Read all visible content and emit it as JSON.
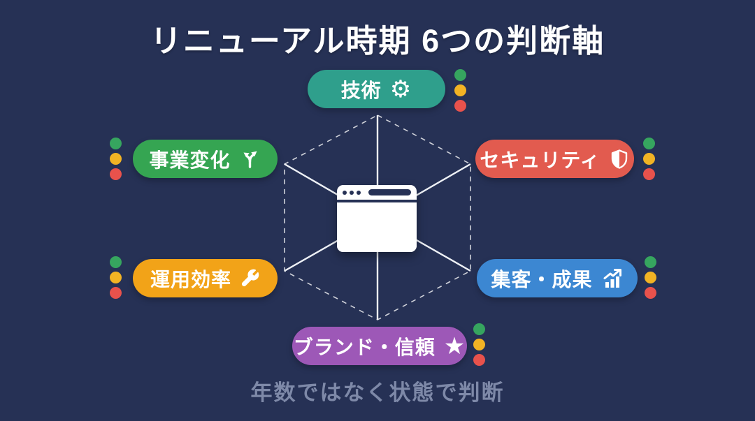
{
  "title": "リニューアル時期 6つの判断軸",
  "caption": "年数ではなく状態で判断",
  "center": {
    "icon": "browser-window-icon"
  },
  "nodes": [
    {
      "id": "tech",
      "label": "技術",
      "icon": "gear-icon",
      "color": "#2f9f8c",
      "position": "top"
    },
    {
      "id": "business",
      "label": "事業変化",
      "icon": "fork-arrows-icon",
      "color": "#35a552",
      "position": "upper-left"
    },
    {
      "id": "security",
      "label": "セキュリティ",
      "icon": "shield-icon",
      "color": "#e25b4f",
      "position": "upper-right"
    },
    {
      "id": "operations",
      "label": "運用効率",
      "icon": "wrench-icon",
      "color": "#f2a318",
      "position": "lower-left"
    },
    {
      "id": "results",
      "label": "集客・成果",
      "icon": "chart-up-icon",
      "color": "#3c87d2",
      "position": "lower-right"
    },
    {
      "id": "brand",
      "label": "ブランド・信頼",
      "icon": "star-icon",
      "color": "#9d58b7",
      "position": "bottom"
    }
  ],
  "status_colors": [
    "#36a55f",
    "#f2b324",
    "#e8524c"
  ],
  "icons": {
    "gear": "⚙",
    "star": "★"
  },
  "colors": {
    "background": "#263155",
    "title_text": "#ffffff",
    "caption_text": "#7e89a8",
    "connector_line": "#eef1f6"
  }
}
